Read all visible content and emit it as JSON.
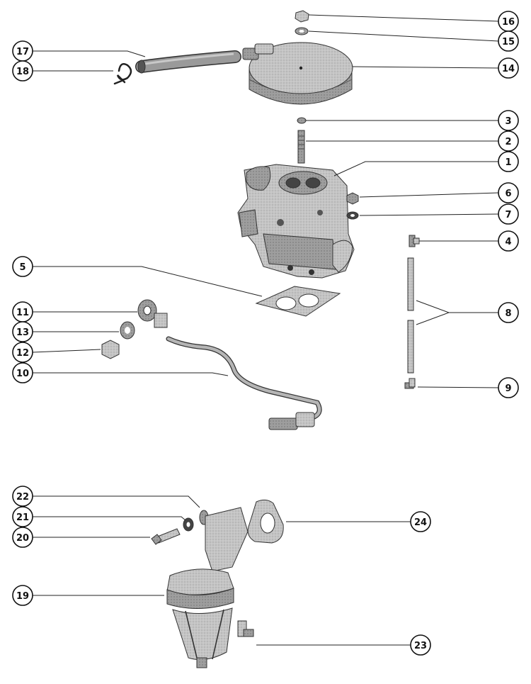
{
  "diagram": {
    "kind": "exploded-parts-diagram",
    "callouts": [
      {
        "label": "16"
      },
      {
        "label": "15"
      },
      {
        "label": "14"
      },
      {
        "label": "17"
      },
      {
        "label": "18"
      },
      {
        "label": "3"
      },
      {
        "label": "2"
      },
      {
        "label": "1"
      },
      {
        "label": "6"
      },
      {
        "label": "7"
      },
      {
        "label": "4"
      },
      {
        "label": "5"
      },
      {
        "label": "8"
      },
      {
        "label": "11"
      },
      {
        "label": "13"
      },
      {
        "label": "12"
      },
      {
        "label": "10"
      },
      {
        "label": "9"
      },
      {
        "label": "22"
      },
      {
        "label": "21"
      },
      {
        "label": "20"
      },
      {
        "label": "24"
      },
      {
        "label": "19"
      },
      {
        "label": "23"
      }
    ]
  },
  "colors": {
    "ink": "#111111",
    "part_fill": "#bdbdbd",
    "part_dark": "#8a8a8a",
    "part_light": "#dcdcdc",
    "background": "#ffffff"
  }
}
